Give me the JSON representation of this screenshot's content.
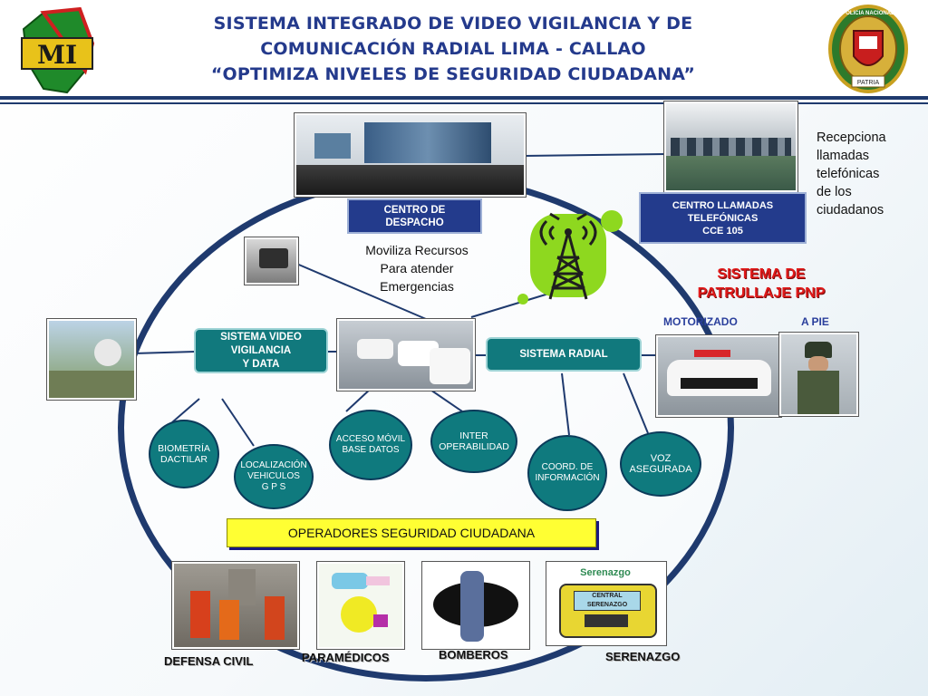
{
  "header": {
    "title_lines": [
      "SISTEMA  INTEGRADO DE VIDEO VIGILANCIA Y  DE",
      "COMUNICACIÓN RADIAL LIMA - CALLAO",
      "“OPTIMIZA NIVELES DE SEGURIDAD CIUDADANA”"
    ],
    "logo_left_letters": "MI",
    "seal_ring_top": "POLICIA NACIONAL",
    "seal_ribbon": "PATRIA"
  },
  "boxes": {
    "centro_despacho": [
      "CENTRO DE",
      "DESPACHO"
    ],
    "centro_llamadas": [
      "CENTRO LLAMADAS",
      "TELEFÓNICAS",
      "CCE 105"
    ],
    "sistema_video": [
      "SISTEMA VIDEO",
      "VIGILANCIA",
      "Y DATA"
    ],
    "sistema_radial": "SISTEMA RADIAL"
  },
  "texts": {
    "moviliza": [
      "Moviliza Recursos",
      "Para atender",
      "Emergencias"
    ],
    "recepciona": [
      "Recepciona",
      "llamadas",
      "telefónicas",
      "de los",
      "ciudadanos"
    ],
    "patrullaje_title": [
      "SISTEMA DE",
      "PATRULLAJE PNP"
    ],
    "motorizado": "MOTORIZADO",
    "a_pie": "A PIE",
    "operadores": "OPERADORES SEGURIDAD CIUDADANA"
  },
  "ovals": {
    "biometria": [
      "BIOMETRÍA",
      "DACTILAR"
    ],
    "localizacion": [
      "LOCALIZACIÓN",
      "VEHICULOS",
      "G P S"
    ],
    "acceso": [
      "ACCESO MÓVIL",
      "BASE DATOS"
    ],
    "inter": [
      "INTER",
      "OPERABILIDAD"
    ],
    "coord": [
      "COORD. DE",
      "INFORMACIÓN"
    ],
    "voz": [
      "VOZ",
      "ASEGURADA"
    ]
  },
  "bottom": {
    "defensa": "DEFENSA CIVIL",
    "paramedicos": "PARAMÉDICOS",
    "bomberos": "BOMBEROS",
    "serenazgo": "SERENAZGO",
    "serenazgo_sign": "Serenazgo",
    "serenazgo_plate": "CENTRAL SERENAZGO"
  },
  "colors": {
    "navy": "#233b8c",
    "teal": "#11797d",
    "ring": "#1f3a6e",
    "red": "#e01a1a",
    "yellow": "#ffff33",
    "antenna_green": "#8ed81f"
  },
  "icons": [
    "antenna-icon",
    "left-logo-icon",
    "police-seal-icon"
  ]
}
